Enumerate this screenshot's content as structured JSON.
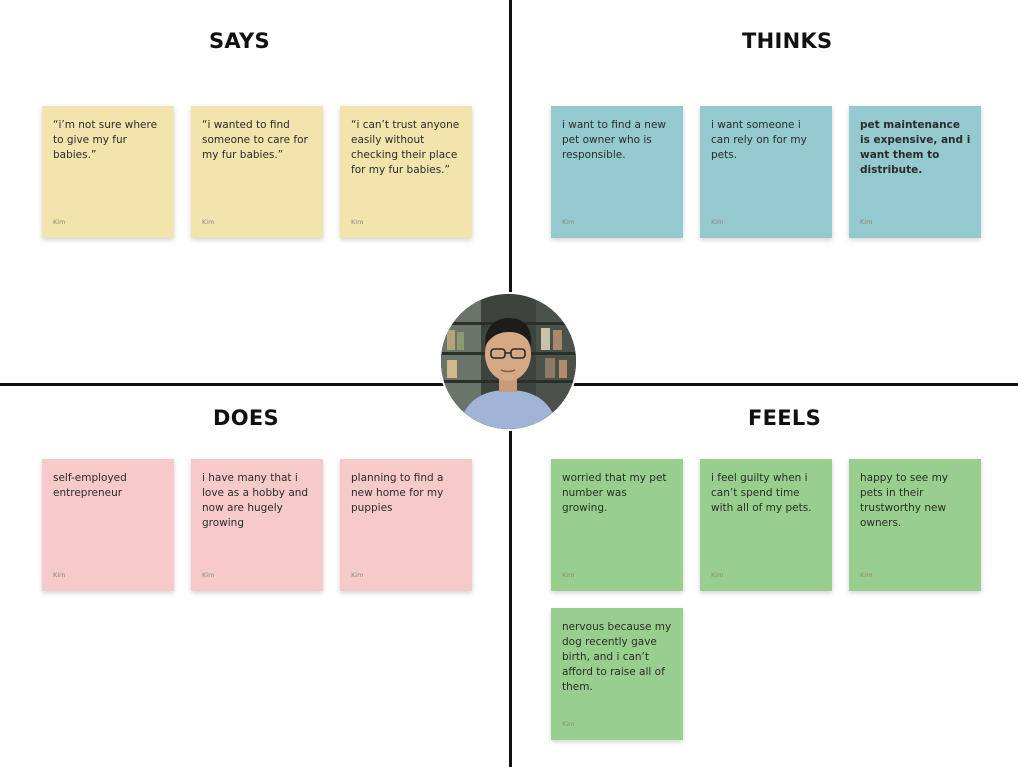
{
  "quadrants": {
    "says": {
      "title": "SAYS",
      "notes": [
        {
          "text": "“i’m not sure where to give my fur babies.”",
          "author": "Kim"
        },
        {
          "text": "“i wanted to find someone to care for my fur babies.”",
          "author": "Kim"
        },
        {
          "text": "“i can’t trust anyone easily without checking their place for my fur babies.”",
          "author": "Kim"
        }
      ]
    },
    "thinks": {
      "title": "THINKS",
      "notes": [
        {
          "text": "i want to find a new pet owner who is responsible.",
          "author": "Kim"
        },
        {
          "text": "i want someone i can rely on for my pets.",
          "author": "Kim"
        },
        {
          "text": "pet maintenance is expensive, and i want them to distribute.",
          "author": "Kim"
        }
      ]
    },
    "does": {
      "title": "DOES",
      "notes": [
        {
          "text": "self-employed entrepreneur",
          "author": "Kim"
        },
        {
          "text": "i have many that i love as a hobby and now are hugely growing",
          "author": "Kim"
        },
        {
          "text": "planning to find a new home for my puppies",
          "author": "Kim"
        }
      ]
    },
    "feels": {
      "title": "FEELS",
      "notes": [
        {
          "text": "worried that my pet number was growing.",
          "author": "Kim"
        },
        {
          "text": "i feel guilty when i can’t spend time with all of my pets.",
          "author": "Kim"
        },
        {
          "text": "happy to see my pets in their trustworthy new owners.",
          "author": "Kim"
        },
        {
          "text": "nervous because my dog recently gave birth, and i can’t afford to raise all of them.",
          "author": "Kim"
        }
      ]
    }
  },
  "colors": {
    "says": "#f3e3ad",
    "thinks": "#94c9cf",
    "does": "#f7caca",
    "feels": "#98cf8e",
    "divider": "#111111"
  },
  "avatar": {
    "icon": "user-avatar-photo"
  }
}
